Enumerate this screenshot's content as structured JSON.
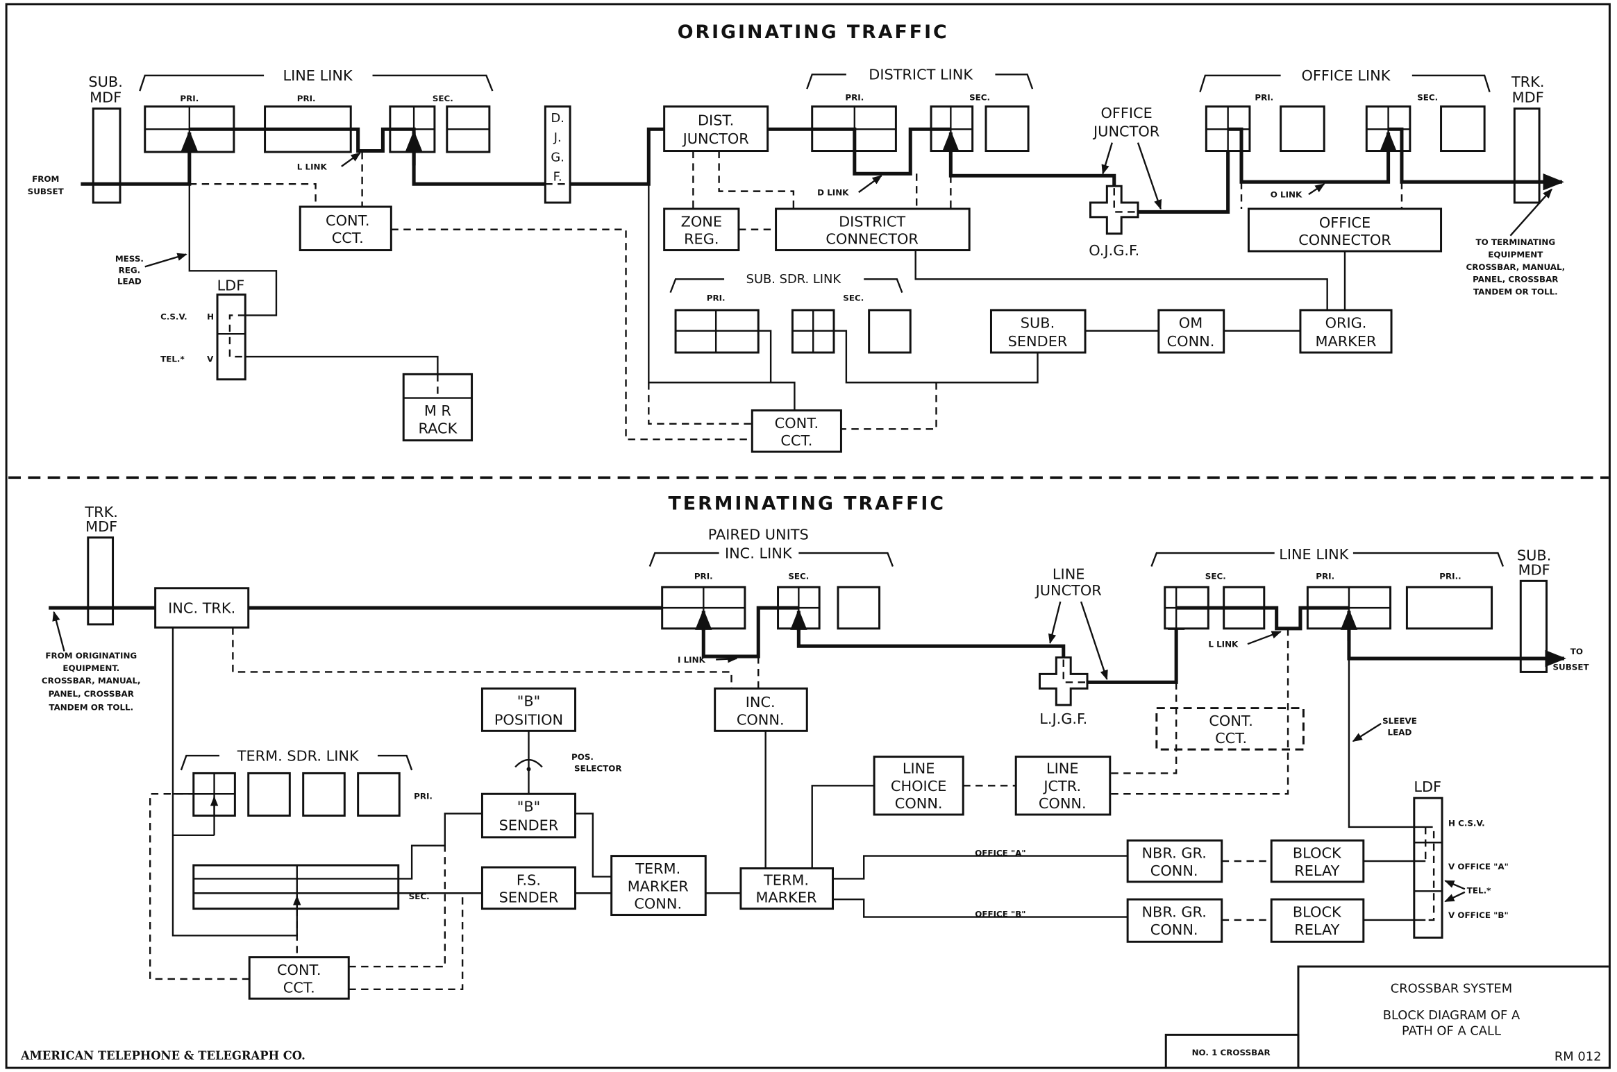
{
  "originating": {
    "title": "ORIGINATING TRAFFIC",
    "sub_mdf": [
      "SUB.",
      "MDF"
    ],
    "from_subset": [
      "FROM",
      "SUBSET"
    ],
    "line_link": {
      "label": "LINE LINK",
      "pri1": "PRI.",
      "pri2": "PRI.",
      "sec": "SEC.",
      "l_link": "L LINK"
    },
    "cont_cct_1": [
      "CONT.",
      "CCT."
    ],
    "mess_reg_lead": [
      "MESS.",
      "REG.",
      "LEAD"
    ],
    "ldf": {
      "label": "LDF",
      "csv": "C.S.V.",
      "h": "H",
      "tel": "TEL.*",
      "v": "V"
    },
    "mr_rack": [
      "M R",
      "RACK"
    ],
    "djgf": [
      "D.",
      "J.",
      "G.",
      "F."
    ],
    "dist_junctor": [
      "DIST.",
      "JUNCTOR"
    ],
    "district_link": {
      "label": "DISTRICT LINK",
      "pri": "PRI.",
      "sec": "SEC.",
      "d_link": "D LINK"
    },
    "zone_reg": [
      "ZONE",
      "REG."
    ],
    "district_connector": [
      "DISTRICT",
      "CONNECTOR"
    ],
    "office_junctor": [
      "OFFICE",
      "JUNCTOR"
    ],
    "ojgf": "O.J.G.F.",
    "office_link": {
      "label": "OFFICE LINK",
      "pri": "PRI.",
      "sec": "SEC.",
      "o_link": "O LINK"
    },
    "trk_mdf": [
      "TRK.",
      "MDF"
    ],
    "office_connector": [
      "OFFICE",
      "CONNECTOR"
    ],
    "to_terminating": [
      "TO TERMINATING",
      "EQUIPMENT",
      "CROSSBAR, MANUAL,",
      "PANEL, CROSSBAR",
      "TANDEM OR TOLL."
    ],
    "sub_sdr_link": {
      "label": "SUB. SDR. LINK",
      "pri": "PRI.",
      "sec": "SEC."
    },
    "sub_sender": [
      "SUB.",
      "SENDER"
    ],
    "om_conn": [
      "OM",
      "CONN."
    ],
    "orig_marker": [
      "ORIG.",
      "MARKER"
    ],
    "cont_cct_2": [
      "CONT.",
      "CCT."
    ]
  },
  "terminating": {
    "title": "TERMINATING TRAFFIC",
    "trk_mdf": [
      "TRK.",
      "MDF"
    ],
    "inc_trk": "INC. TRK.",
    "from_originating": [
      "FROM ORIGINATING",
      "EQUIPMENT.",
      "CROSSBAR, MANUAL,",
      "PANEL, CROSSBAR",
      "TANDEM OR TOLL."
    ],
    "paired_units": "PAIRED UNITS",
    "inc_link": {
      "label": "INC. LINK",
      "pri": "PRI.",
      "sec": "SEC.",
      "i_link": "I LINK"
    },
    "inc_conn": [
      "INC.",
      "CONN."
    ],
    "line_junctor": [
      "LINE",
      "JUNCTOR"
    ],
    "ljgf": "L.J.G.F.",
    "line_link": {
      "label": "LINE LINK",
      "sec": "SEC.",
      "pri1": "PRI.",
      "pri2": "PRI..",
      "l_link": "L LINK"
    },
    "sub_mdf": [
      "SUB.",
      "MDF"
    ],
    "to_subset": [
      "TO",
      "SUBSET"
    ],
    "cont_cct_dashed": [
      "CONT.",
      "CCT."
    ],
    "sleeve_lead": [
      "SLEEVE",
      "LEAD"
    ],
    "term_sdr_link": {
      "label": "TERM. SDR. LINK",
      "pri": "PRI.",
      "sec": "SEC."
    },
    "b_position": [
      "\"B\"",
      "POSITION"
    ],
    "pos_selector": [
      "POS.",
      "SELECTOR"
    ],
    "b_sender": [
      "\"B\"",
      "SENDER"
    ],
    "fs_sender": [
      "F.S.",
      "SENDER"
    ],
    "term_marker_conn": [
      "TERM.",
      "MARKER",
      "CONN."
    ],
    "term_marker": [
      "TERM.",
      "MARKER"
    ],
    "line_choice_conn": [
      "LINE",
      "CHOICE",
      "CONN."
    ],
    "line_jctr_conn": [
      "LINE",
      "JCTR.",
      "CONN."
    ],
    "office_a": "OFFICE \"A\"",
    "office_b": "OFFICE \"B\"",
    "nbr_gr_conn_a": [
      "NBR. GR.",
      "CONN."
    ],
    "nbr_gr_conn_b": [
      "NBR. GR.",
      "CONN."
    ],
    "block_relay_a": [
      "BLOCK",
      "RELAY"
    ],
    "block_relay_b": [
      "BLOCK",
      "RELAY"
    ],
    "ldf": {
      "label": "LDF",
      "h_csv": "H C.S.V.",
      "v_office_a": "V OFFICE \"A\"",
      "tel": "TEL.*",
      "v_office_b": "V OFFICE \"B\""
    },
    "cont_cct": [
      "CONT.",
      "CCT."
    ]
  },
  "title_block": {
    "system": "CROSSBAR SYSTEM",
    "description": [
      "BLOCK DIAGRAM OF A",
      "PATH OF A CALL"
    ],
    "drawing_number": "RM 012",
    "equipment": "NO. 1 CROSSBAR",
    "company": "AMERICAN TELEPHONE & TELEGRAPH CO."
  }
}
